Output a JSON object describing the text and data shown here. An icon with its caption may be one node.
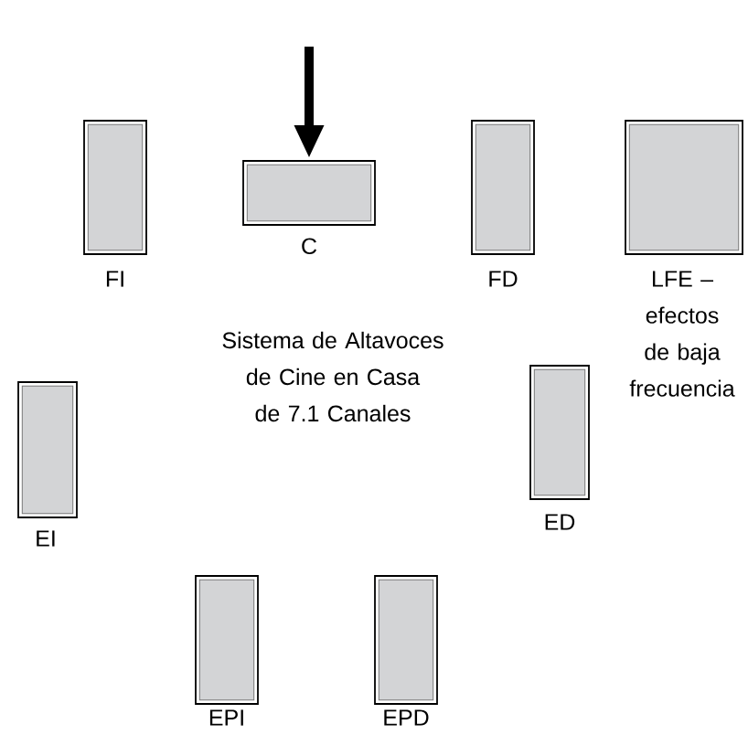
{
  "diagram": {
    "nodes": [
      {
        "text": [],
        "shape": "box",
        "beside": [
          "FI"
        ]
      },
      {
        "text": [],
        "shape": "box",
        "beside": [
          "C"
        ]
      },
      {
        "text": [],
        "shape": "box",
        "beside": [
          "FD"
        ]
      },
      {
        "text": [],
        "shape": "box",
        "beside": [
          "LFE – efectos de baja frecuencia"
        ]
      },
      {
        "text": [],
        "shape": "box",
        "beside": [
          "EI"
        ]
      },
      {
        "text": [],
        "shape": "box",
        "beside": [
          "ED"
        ]
      },
      {
        "text": [],
        "shape": "box",
        "beside": [
          "EPI"
        ]
      },
      {
        "text": [],
        "shape": "box",
        "beside": [
          "EPD"
        ]
      }
    ],
    "edges": [
      {
        "from": null,
        "to": 1,
        "arrow": "to"
      }
    ],
    "labels": [
      "Sistema de Altavoces de Cine en Casa de 7.1 Canales"
    ]
  }
}
